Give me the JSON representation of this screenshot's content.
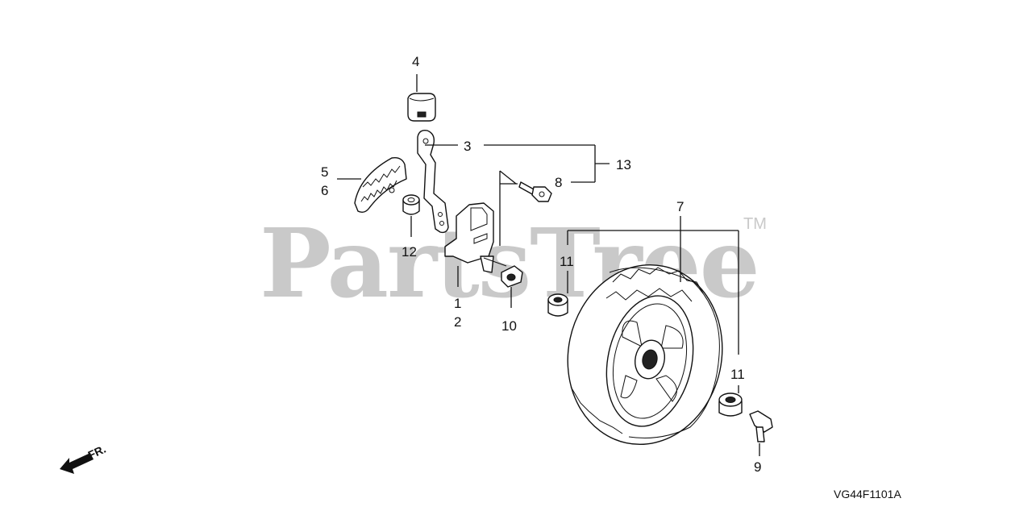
{
  "watermark": {
    "text": "PartsTree",
    "trademark": "TM"
  },
  "callouts": {
    "c1": "1",
    "c2": "2",
    "c3": "3",
    "c4": "4",
    "c5": "5",
    "c6": "6",
    "c7": "7",
    "c8": "8",
    "c9": "9",
    "c10": "10",
    "c11a": "11",
    "c11b": "11",
    "c12": "12",
    "c13": "13"
  },
  "direction_label": "FR.",
  "diagram_code": "VG44F1101A"
}
